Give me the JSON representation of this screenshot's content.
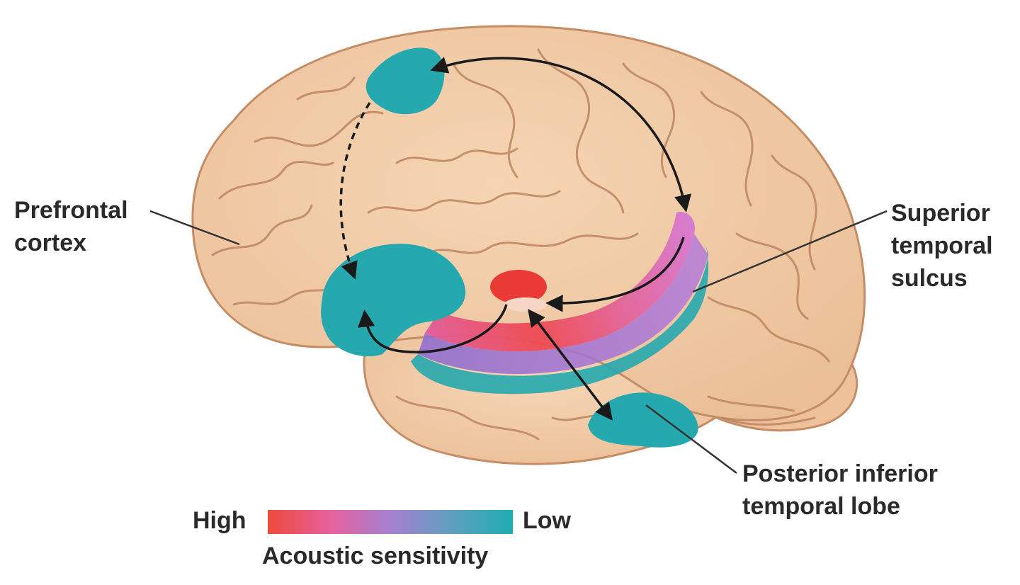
{
  "labels": {
    "prefrontal_line1": "Prefrontal",
    "prefrontal_line2": "cortex",
    "sts_line1": "Superior",
    "sts_line2": "temporal",
    "sts_line3": "sulcus",
    "pitl_line1": "Posterior inferior",
    "pitl_line2": "temporal lobe"
  },
  "legend": {
    "high": "High",
    "low": "Low",
    "title": "Acoustic sensitivity",
    "gradient_colors": [
      "#ec4a3a",
      "#e8609c",
      "#a67fd0",
      "#5f9fbf",
      "#1fadb3"
    ]
  },
  "colors": {
    "brain_fill": "#f2c9a3",
    "brain_outline": "#c48d66",
    "gyrus_line": "#bd8660",
    "low_region": "#26a9ae",
    "high_region": "#ea3a35",
    "arrow": "#1a1a1a"
  }
}
